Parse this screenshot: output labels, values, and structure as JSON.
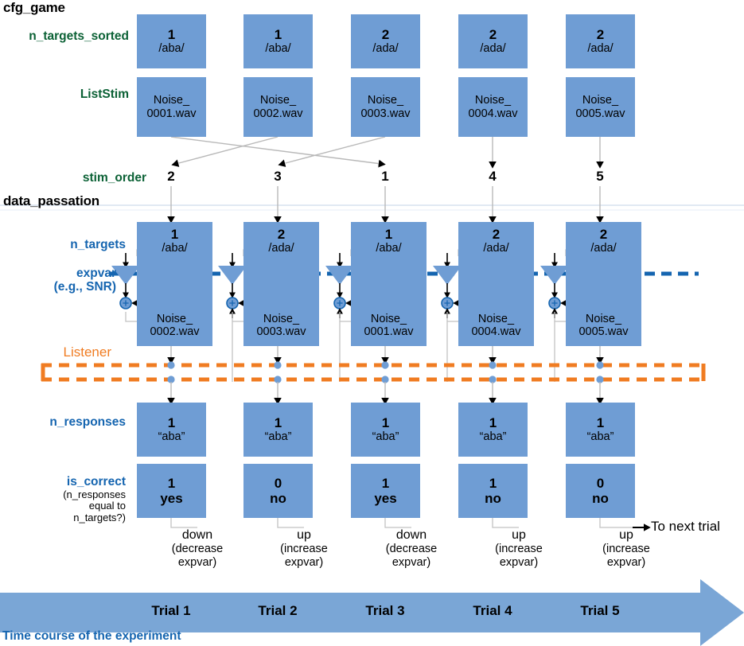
{
  "sections": {
    "cfg_game": "cfg_game",
    "data_passation": "data_passation"
  },
  "row_labels": {
    "n_targets_sorted": "n_targets_sorted",
    "list_stim": "ListStim",
    "stim_order": "stim_order",
    "n_targets": "n_targets",
    "expvar": "expvar",
    "expvar_sub": "(e.g., SNR)",
    "listener": "Listener",
    "n_responses": "n_responses",
    "is_correct": "is_correct",
    "is_correct_sub1": "(n_responses",
    "is_correct_sub2": "equal to",
    "is_correct_sub3": "n_targets?)"
  },
  "cfg_game_row_n_targets_sorted": [
    {
      "count": "1",
      "phoneme": "/aba/"
    },
    {
      "count": "1",
      "phoneme": "/aba/"
    },
    {
      "count": "2",
      "phoneme": "/ada/"
    },
    {
      "count": "2",
      "phoneme": "/ada/"
    },
    {
      "count": "2",
      "phoneme": "/ada/"
    }
  ],
  "cfg_game_row_list_stim": [
    {
      "line1": "Noise_",
      "line2": "0001.wav"
    },
    {
      "line1": "Noise_",
      "line2": "0002.wav"
    },
    {
      "line1": "Noise_",
      "line2": "0003.wav"
    },
    {
      "line1": "Noise_",
      "line2": "0004.wav"
    },
    {
      "line1": "Noise_",
      "line2": "0005.wav"
    }
  ],
  "stim_order_values": [
    "2",
    "3",
    "1",
    "4",
    "5"
  ],
  "passation_trials": [
    {
      "n_targets": "1",
      "phoneme": "/aba/",
      "stim_line1": "Noise_",
      "stim_line2": "0002.wav",
      "n_responses": "1",
      "response_text": "“aba”",
      "is_correct": "1",
      "is_correct_text": "yes",
      "feedback_title": "down",
      "feedback_sub1": "(decrease",
      "feedback_sub2": "expvar)"
    },
    {
      "n_targets": "2",
      "phoneme": "/ada/",
      "stim_line1": "Noise_",
      "stim_line2": "0003.wav",
      "n_responses": "1",
      "response_text": "“aba”",
      "is_correct": "0",
      "is_correct_text": "no",
      "feedback_title": "up",
      "feedback_sub1": "(increase",
      "feedback_sub2": "expvar)"
    },
    {
      "n_targets": "1",
      "phoneme": "/aba/",
      "stim_line1": "Noise_",
      "stim_line2": "0001.wav",
      "n_responses": "1",
      "response_text": "“aba”",
      "is_correct": "1",
      "is_correct_text": "yes",
      "feedback_title": "down",
      "feedback_sub1": "(decrease",
      "feedback_sub2": "expvar)"
    },
    {
      "n_targets": "2",
      "phoneme": "/ada/",
      "stim_line1": "Noise_",
      "stim_line2": "0004.wav",
      "n_responses": "1",
      "response_text": "“aba”",
      "is_correct": "1",
      "is_correct_text": "no",
      "feedback_title": "up",
      "feedback_sub1": "(increase",
      "feedback_sub2": "expvar)"
    },
    {
      "n_targets": "2",
      "phoneme": "/ada/",
      "stim_line1": "Noise_",
      "stim_line2": "0005.wav",
      "n_responses": "1",
      "response_text": "“aba”",
      "is_correct": "0",
      "is_correct_text": "no",
      "feedback_title": "up",
      "feedback_sub1": "(increase",
      "feedback_sub2": "expvar)"
    }
  ],
  "to_next_trial": "To next trial",
  "timeline": {
    "trials": [
      "Trial 1",
      "Trial 2",
      "Trial 3",
      "Trial 4",
      "Trial 5"
    ],
    "caption": "Time course of the experiment"
  },
  "colors": {
    "box_blue": "#6f9dd4",
    "label_green": "#0b6135",
    "label_blue": "#1565b0",
    "listener_orange": "#f07c22",
    "expvar_dash_blue": "#1565b0",
    "connector_gray": "#b8b8b8",
    "timeline_blue": "#7aa6d6"
  },
  "stim_mapping_note": "ListStim boxes are reordered by stim_order into data_passation trials"
}
